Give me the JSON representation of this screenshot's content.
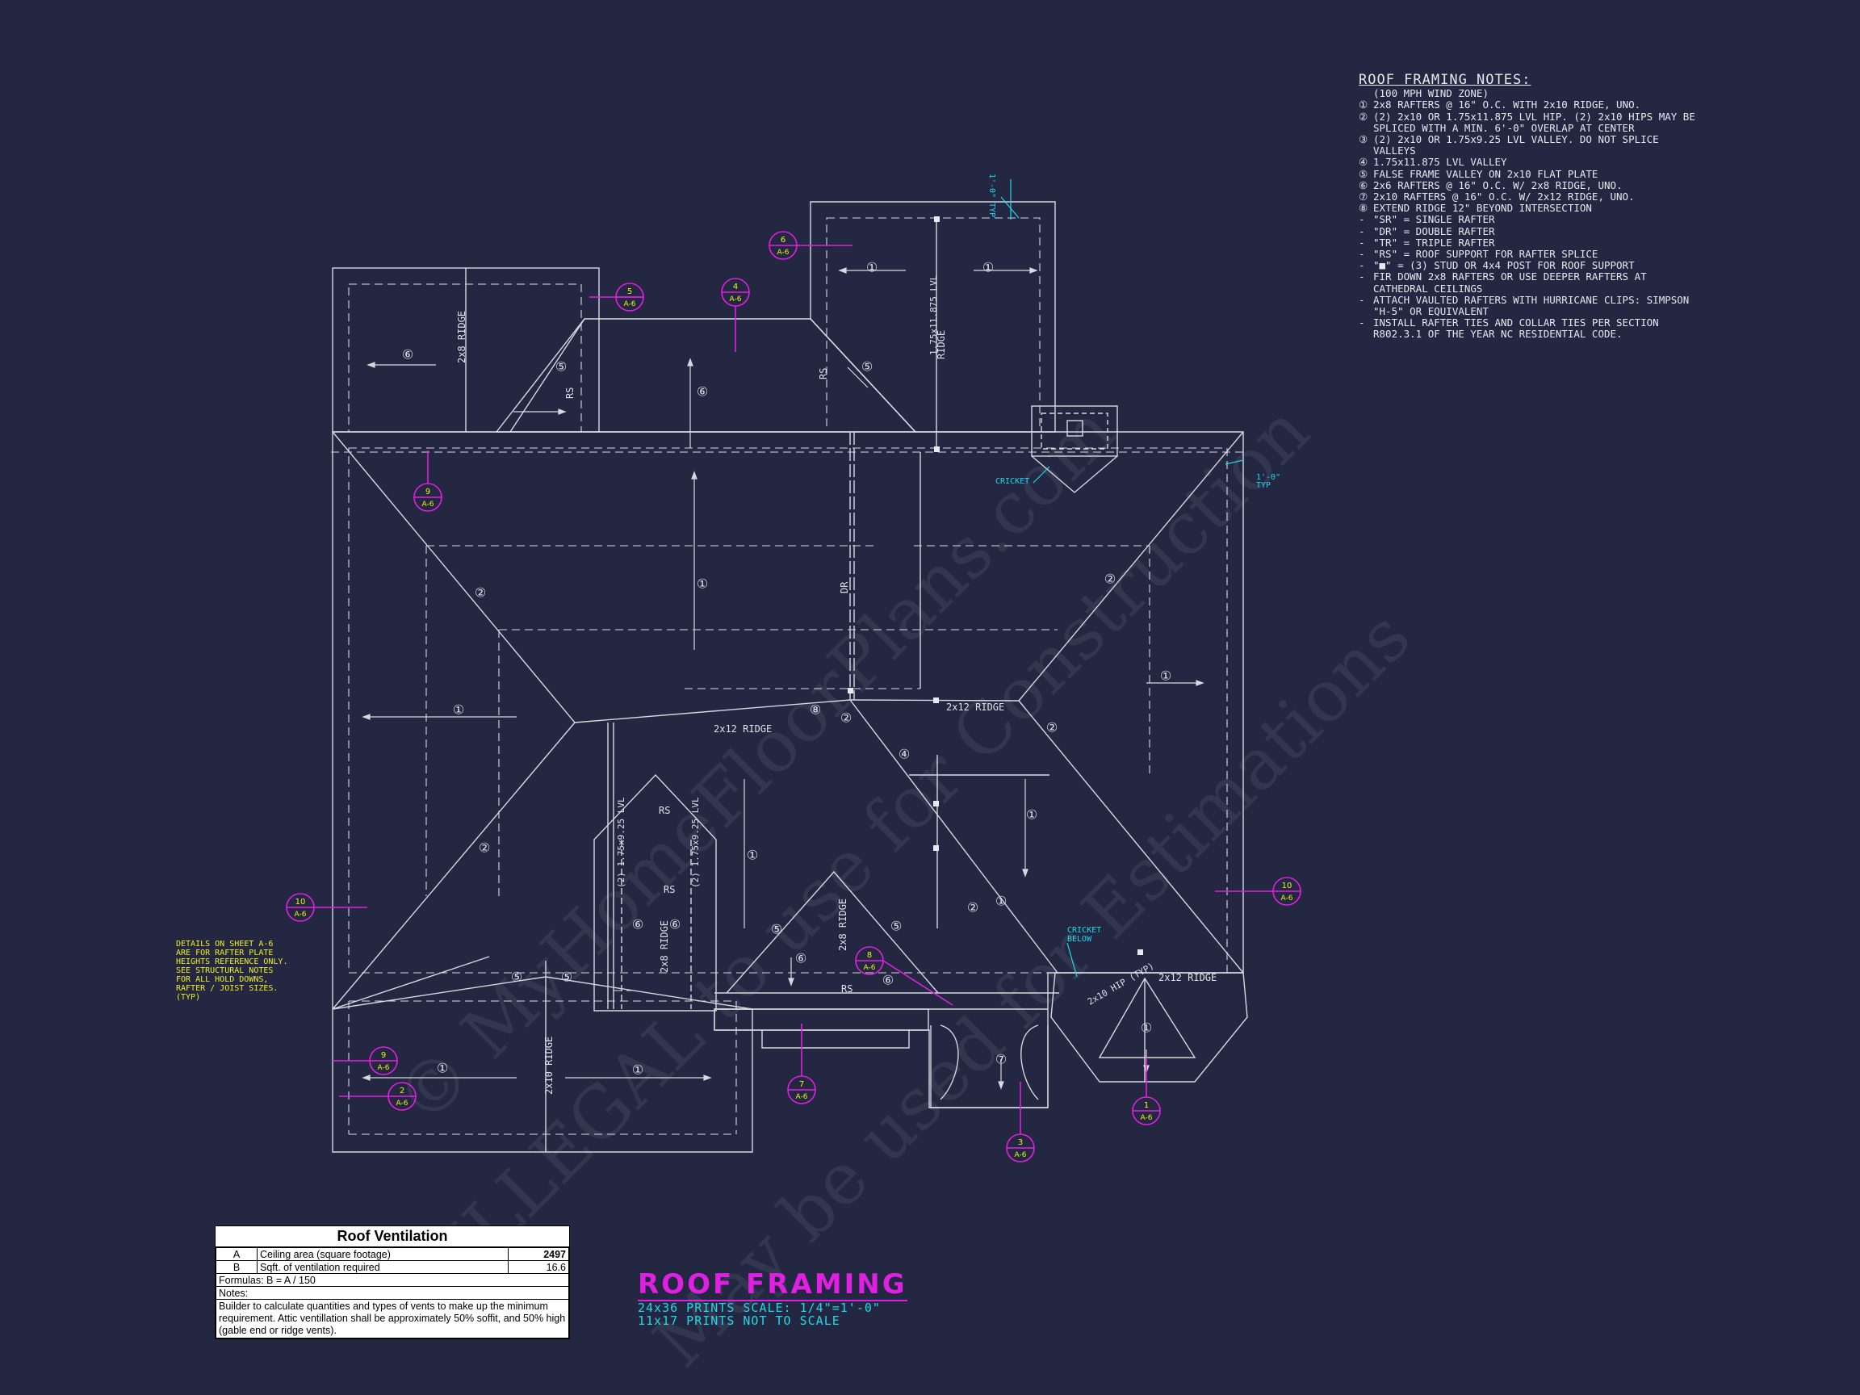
{
  "notes": {
    "title": "ROOF FRAMING NOTES:",
    "items": [
      {
        "mark": "",
        "text": "(100 MPH WIND ZONE)"
      },
      {
        "mark": "①",
        "text": "2x8 RAFTERS @ 16\" O.C. WITH 2x10 RIDGE, UNO."
      },
      {
        "mark": "②",
        "text": "(2) 2x10 OR 1.75x11.875 LVL HIP. (2) 2x10 HIPS MAY BE SPLICED WITH A MIN. 6'-0\" OVERLAP AT CENTER"
      },
      {
        "mark": "③",
        "text": "(2) 2x10 OR 1.75x9.25 LVL VALLEY. DO NOT SPLICE VALLEYS"
      },
      {
        "mark": "④",
        "text": "1.75x11.875 LVL VALLEY"
      },
      {
        "mark": "⑤",
        "text": "FALSE FRAME VALLEY ON 2x10 FLAT PLATE"
      },
      {
        "mark": "⑥",
        "text": "2x6 RAFTERS @ 16\" O.C. W/ 2x8 RIDGE, UNO."
      },
      {
        "mark": "⑦",
        "text": "2x10 RAFTERS @ 16\" O.C. W/ 2x12 RIDGE, UNO."
      },
      {
        "mark": "⑧",
        "text": "EXTEND RIDGE 12\" BEYOND INTERSECTION"
      },
      {
        "mark": "-",
        "text": "\"SR\" = SINGLE RAFTER"
      },
      {
        "mark": "-",
        "text": "\"DR\" = DOUBLE RAFTER"
      },
      {
        "mark": "-",
        "text": "\"TR\" = TRIPLE RAFTER"
      },
      {
        "mark": "-",
        "text": "\"RS\" = ROOF SUPPORT FOR RAFTER SPLICE"
      },
      {
        "mark": "-",
        "text": "\"■\" = (3) STUD OR 4x4 POST FOR ROOF SUPPORT"
      },
      {
        "mark": "-",
        "text": "FIR DOWN 2x8 RAFTERS OR USE DEEPER RAFTERS AT CATHEDRAL CEILINGS"
      },
      {
        "mark": "-",
        "text": "ATTACH VAULTED RAFTERS WITH HURRICANE CLIPS: SIMPSON \"H-5\" OR EQUIVALENT"
      },
      {
        "mark": "-",
        "text": "INSTALL RAFTER TIES AND COLLAR TIES PER SECTION R802.3.1 OF THE YEAR NC RESIDENTIAL CODE."
      }
    ]
  },
  "watermark": {
    "line1": "© MyHomeFloorPlans.com",
    "line2": "ILLEGAL to use for Construction",
    "line3": "May be used for Estimations"
  },
  "ventilation": {
    "title": "Roof Ventilation",
    "rows": [
      {
        "key": "A",
        "label": "Ceiling area (square footage)",
        "value": "2497",
        "bold": true
      },
      {
        "key": "B",
        "label": "Sqft. of ventilation required",
        "value": "16.6",
        "bold": false
      }
    ],
    "formulas": "Formulas:    B = A / 150",
    "notes_label": "Notes:",
    "notes": "Builder to calculate quantities and types of vents to make up the minimum requirement. Attic ventillation shall be approximately 50% soffit, and 50% high (gable end or ridge vents)."
  },
  "title_block": {
    "title": "ROOF FRAMING",
    "scale1": "24x36 PRINTS SCALE: 1/4\"=1'-0\"",
    "scale2": "11x17 PRINTS NOT TO SCALE"
  },
  "detail_note": [
    "DETAILS ON SHEET A-6",
    "ARE FOR RAFTER PLATE",
    "HEIGHTS REFERENCE ONLY.",
    "SEE STRUCTURAL NOTES",
    "FOR ALL HOLD DOWNS,",
    "RAFTER / JOIST SIZES.",
    "(TYP)"
  ],
  "plan_labels": {
    "ridge": "RIDGE",
    "ridge_2x8": "2x8",
    "ridge_2x12": "2x12",
    "ridge_2x10": "2x10",
    "rs": "RS",
    "dr": "DR",
    "lvl_ridge": "1.75x11.875 LVL",
    "lvl_925": "(2) 1.75x9.25 LVL",
    "cricket": "CRICKET",
    "cricket_below": [
      "CRICKET",
      "BELOW"
    ],
    "overhang": "1'-0\"",
    "typ": "TYP",
    "hip": "2x10 HIP",
    "hip_typ": "(TYP)",
    "sheet_ref": "A-6"
  },
  "section_markers": [
    "1",
    "2",
    "3",
    "4",
    "5",
    "6",
    "7",
    "8",
    "9",
    "10"
  ],
  "colors": {
    "background": "#232741",
    "linework": "#d8d8e0",
    "callout": "#e020e0",
    "cyan": "#20d8e8",
    "yellow": "#f0f020"
  }
}
